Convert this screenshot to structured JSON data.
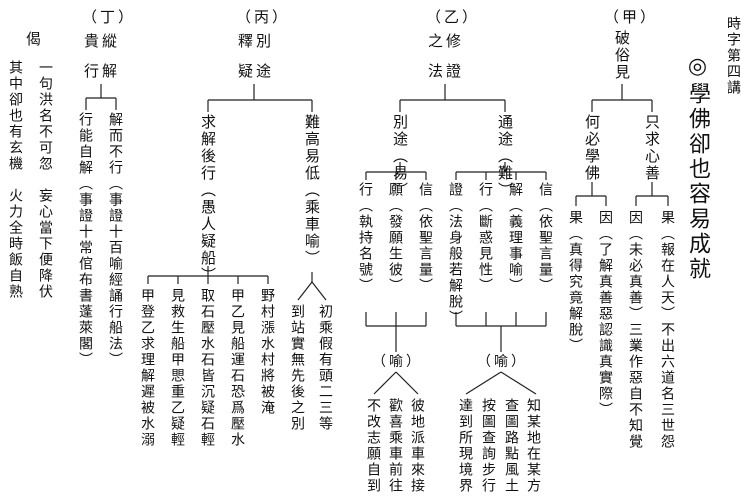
{
  "lecture_title": "時字第四講",
  "main_title": "◎學佛卻也容易成就",
  "sections": {
    "jia": {
      "label": "（甲）",
      "title": "破俗見",
      "branches": [
        "只求心善",
        "何必學佛"
      ],
      "cause_a": "因（未必真善）三業作惡自不知覺",
      "result_a": "果（報在人天）不出六道名三世怨",
      "cause_b": "因（了解真善惡認識真實際）",
      "result_b": "果（真得究竟解脫）"
    },
    "yi": {
      "label": "（乙）",
      "title_1": "之修",
      "title_2": "法證",
      "branch_easy": "別途（易）",
      "branch_hard": "通途（難）",
      "easy_items": [
        "信（依聖言量）",
        "願（發願生彼）",
        "行（執持名號）"
      ],
      "hard_items": [
        "信（依聖言量）",
        "解（義理事喻）",
        "行（斷惑見性）",
        "證（法身般若解脫）"
      ],
      "metaphor": "（喻）",
      "hard_metaphor": [
        "知某地在某方",
        "查圖路點風土",
        "按圖查詢步行",
        "達到所現境界"
      ],
      "easy_metaphor": [
        "彼地派車來接",
        "歡喜乘車前往",
        "不改志願自到"
      ]
    },
    "bing": {
      "label": "（丙）",
      "title_1": "釋別",
      "title_2": "疑途",
      "branch_a": "難高易低（乘車喻）",
      "branch_b": "求解後行（愚人疑船）",
      "car_a": "到站實無先後之別",
      "car_b": "初乘假有頭二三等",
      "boat_items": [
        "野村漲水村將被淹",
        "甲乙見船運石恐爲壓水",
        "取石壓水石皆沉疑石輕",
        "見救生船甲愳重乙疑輕",
        "甲登乙求理解遲被水溺"
      ]
    },
    "ding": {
      "label": "（丁）",
      "title_1": "貴縱",
      "title_2": "行解",
      "branch_a": "解而不行（事證十百喻經誦行船法）",
      "branch_b": "行能自解（事證十常倌布書蓬萊閣）"
    }
  },
  "verse": {
    "label": "偈",
    "line_1": "一句洪名不可忽　妄心當下便降伏",
    "line_2": "其中卻也有玄機　火力全時飯自熟"
  }
}
